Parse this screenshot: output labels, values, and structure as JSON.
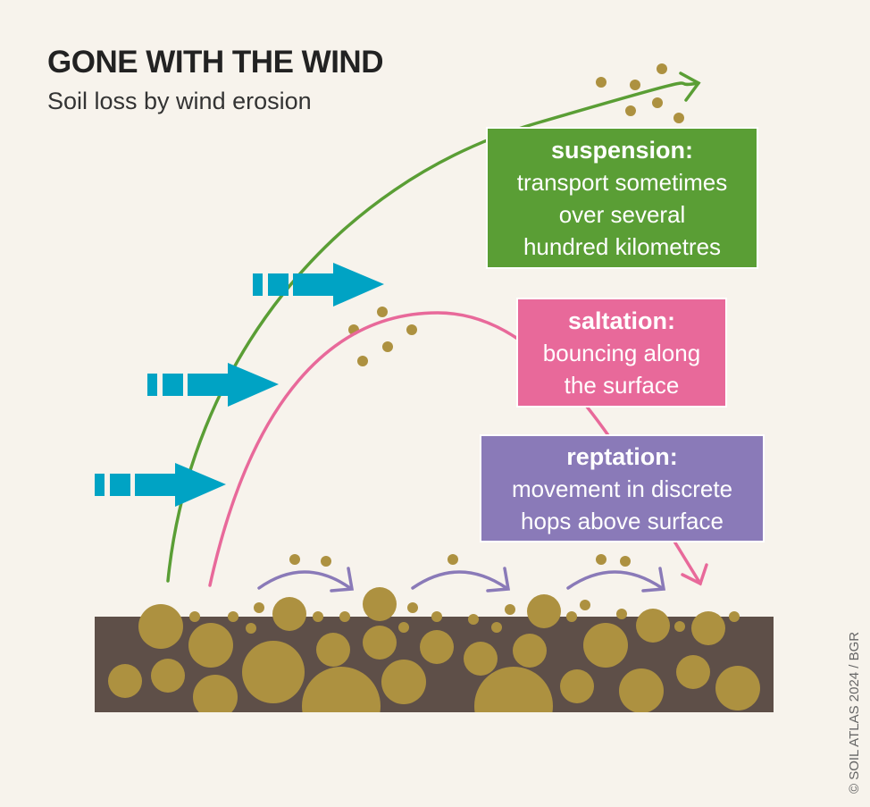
{
  "header": {
    "title": "GONE WITH THE WIND",
    "subtitle": "Soil loss by wind erosion"
  },
  "boxes": {
    "suspension": {
      "heading": "suspension:",
      "lines": [
        "transport sometimes",
        "over several",
        "hundred kilometres"
      ],
      "color": "#5a9e35"
    },
    "saltation": {
      "heading": "saltation:",
      "lines": [
        "bouncing along",
        "the surface"
      ],
      "color": "#e8699a"
    },
    "reptation": {
      "heading": "reptation:",
      "lines": [
        "movement in discrete",
        "hops above surface"
      ],
      "color": "#8a7ab8"
    }
  },
  "colors": {
    "background": "#f7f3ec",
    "wind": "#00a3c4",
    "soil": "#5e4f48",
    "particle": "#ad9140"
  },
  "icons": [
    "wind-arrow-icon",
    "wind-arrow-icon",
    "wind-arrow-icon"
  ],
  "credit": "© SOIL ATLAS 2024 / BGR"
}
